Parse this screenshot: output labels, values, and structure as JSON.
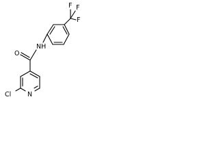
{
  "molecule": {
    "atoms": {
      "f1": "F",
      "f2": "F",
      "f3": "F",
      "nh": "NH",
      "o": "O",
      "n_ring": "N",
      "cl": "Cl"
    }
  }
}
